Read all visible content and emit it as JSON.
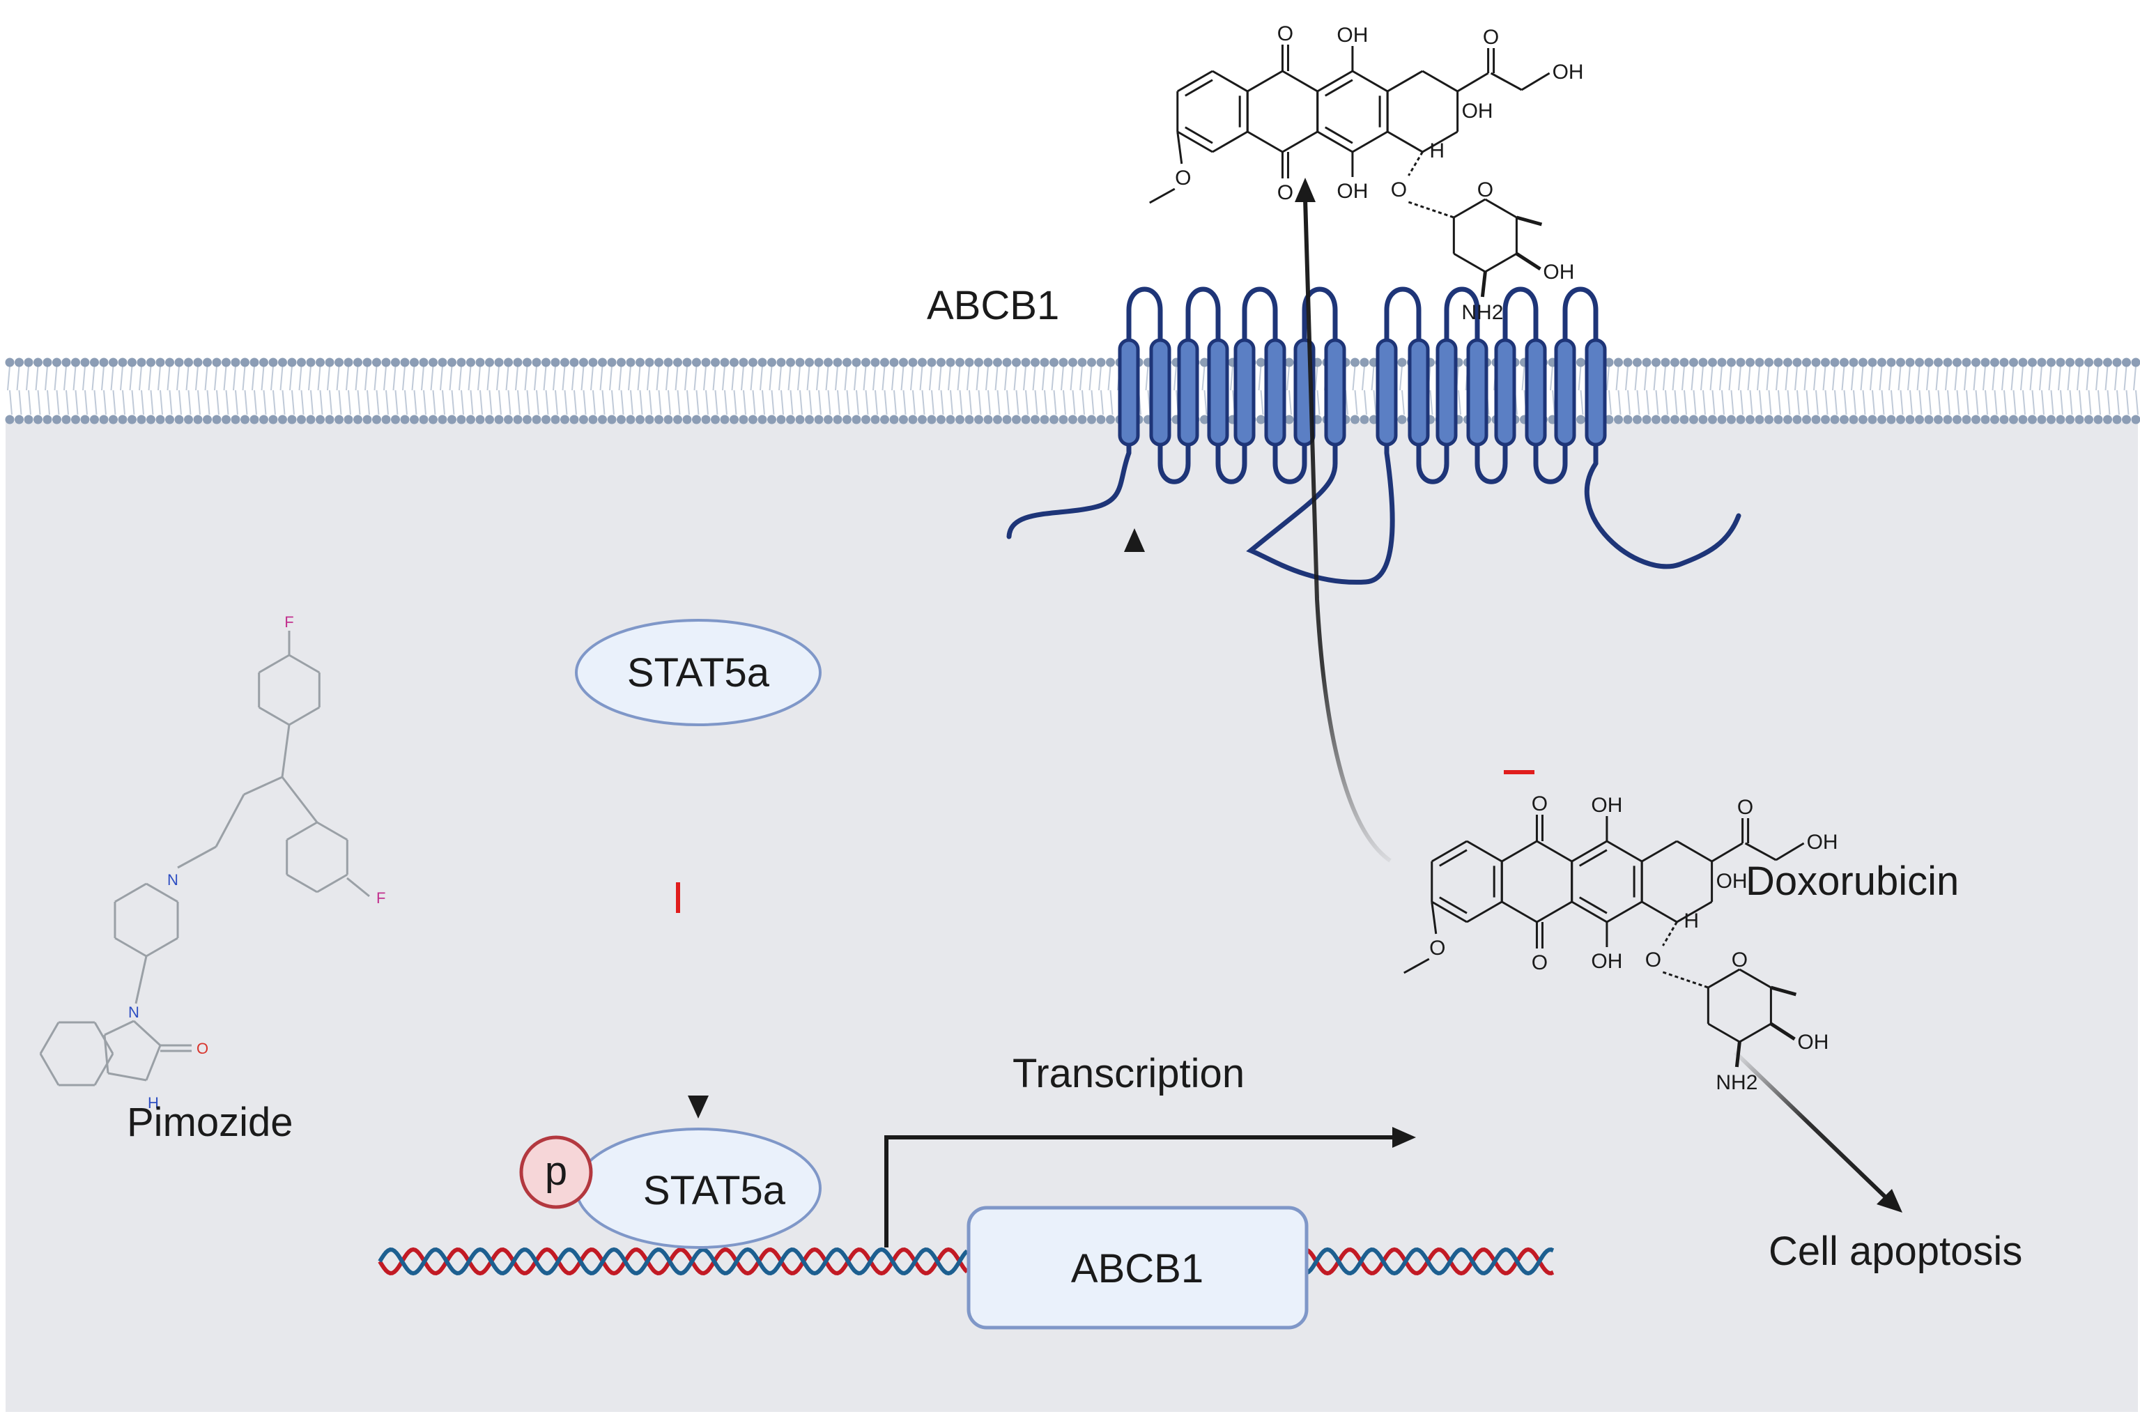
{
  "labels": {
    "abcb1_membrane": "ABCB1",
    "stat5a_top": "STAT5a",
    "stat5a_bound": "STAT5a",
    "phospho": "p",
    "gene": "ABCB1",
    "transcription": "Transcription",
    "pimozide": "Pimozide",
    "doxorubicin": "Doxorubicin",
    "apoptosis": "Cell apoptosis"
  },
  "chem": {
    "carbonyl_o": "O",
    "hydroxyl": "OH",
    "hydroxyl_ring": "OH",
    "amine": "NH2",
    "hydrogen": "H",
    "ring_o": "O",
    "ether_o": "O",
    "fluorine": "F",
    "nitrogen": "N",
    "nh": "H"
  },
  "colors": {
    "cytoplasm": "#e7e8ec",
    "membrane": "#8c9db5",
    "protein_fill": "#5b7fc4",
    "protein_line": "#1e3578",
    "inhibit": "#e01d1d",
    "arrow": "#1a1a1a",
    "dna_red": "#c21a24",
    "dna_blue": "#1d5f90",
    "oval_fill": "#eaf1fb",
    "oval_stroke": "#7f97c8",
    "phospho_fill": "#f6d6d8",
    "phospho_stroke": "#b3383f"
  }
}
